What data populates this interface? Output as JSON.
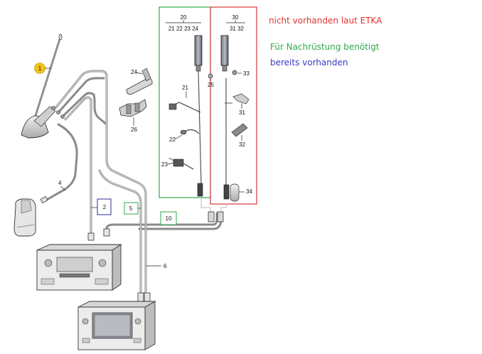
{
  "legend": {
    "red_text": "nicht vorhanden laut ETKA",
    "green_text": "Für Nachrüstung benötigt",
    "blue_text": "bereits vorhanden",
    "red_color": "#e3322f",
    "green_color": "#2ea84a",
    "blue_color": "#3a3ac0"
  },
  "groups": {
    "g20": {
      "number": "20",
      "sub": "21 22 23 24",
      "color": "#2ea84a"
    },
    "g30": {
      "number": "30",
      "sub": "31 32",
      "color": "#d8363a"
    }
  },
  "boxes": {
    "b2": {
      "number": "2",
      "color": "#2c2c9a"
    },
    "b5": {
      "number": "5",
      "color": "#2ea84a"
    },
    "b10": {
      "number": "10",
      "color": "#2ea84a"
    }
  },
  "callouts": {
    "c1": "1",
    "c4": "4",
    "c6": "6",
    "c21": "21",
    "c22": "22",
    "c23": "23",
    "c24": "24",
    "c25": "25",
    "c26": "26",
    "c31": "31",
    "c32": "32",
    "c33": "33",
    "c34": "34"
  },
  "callout1_color": "#f0c419"
}
